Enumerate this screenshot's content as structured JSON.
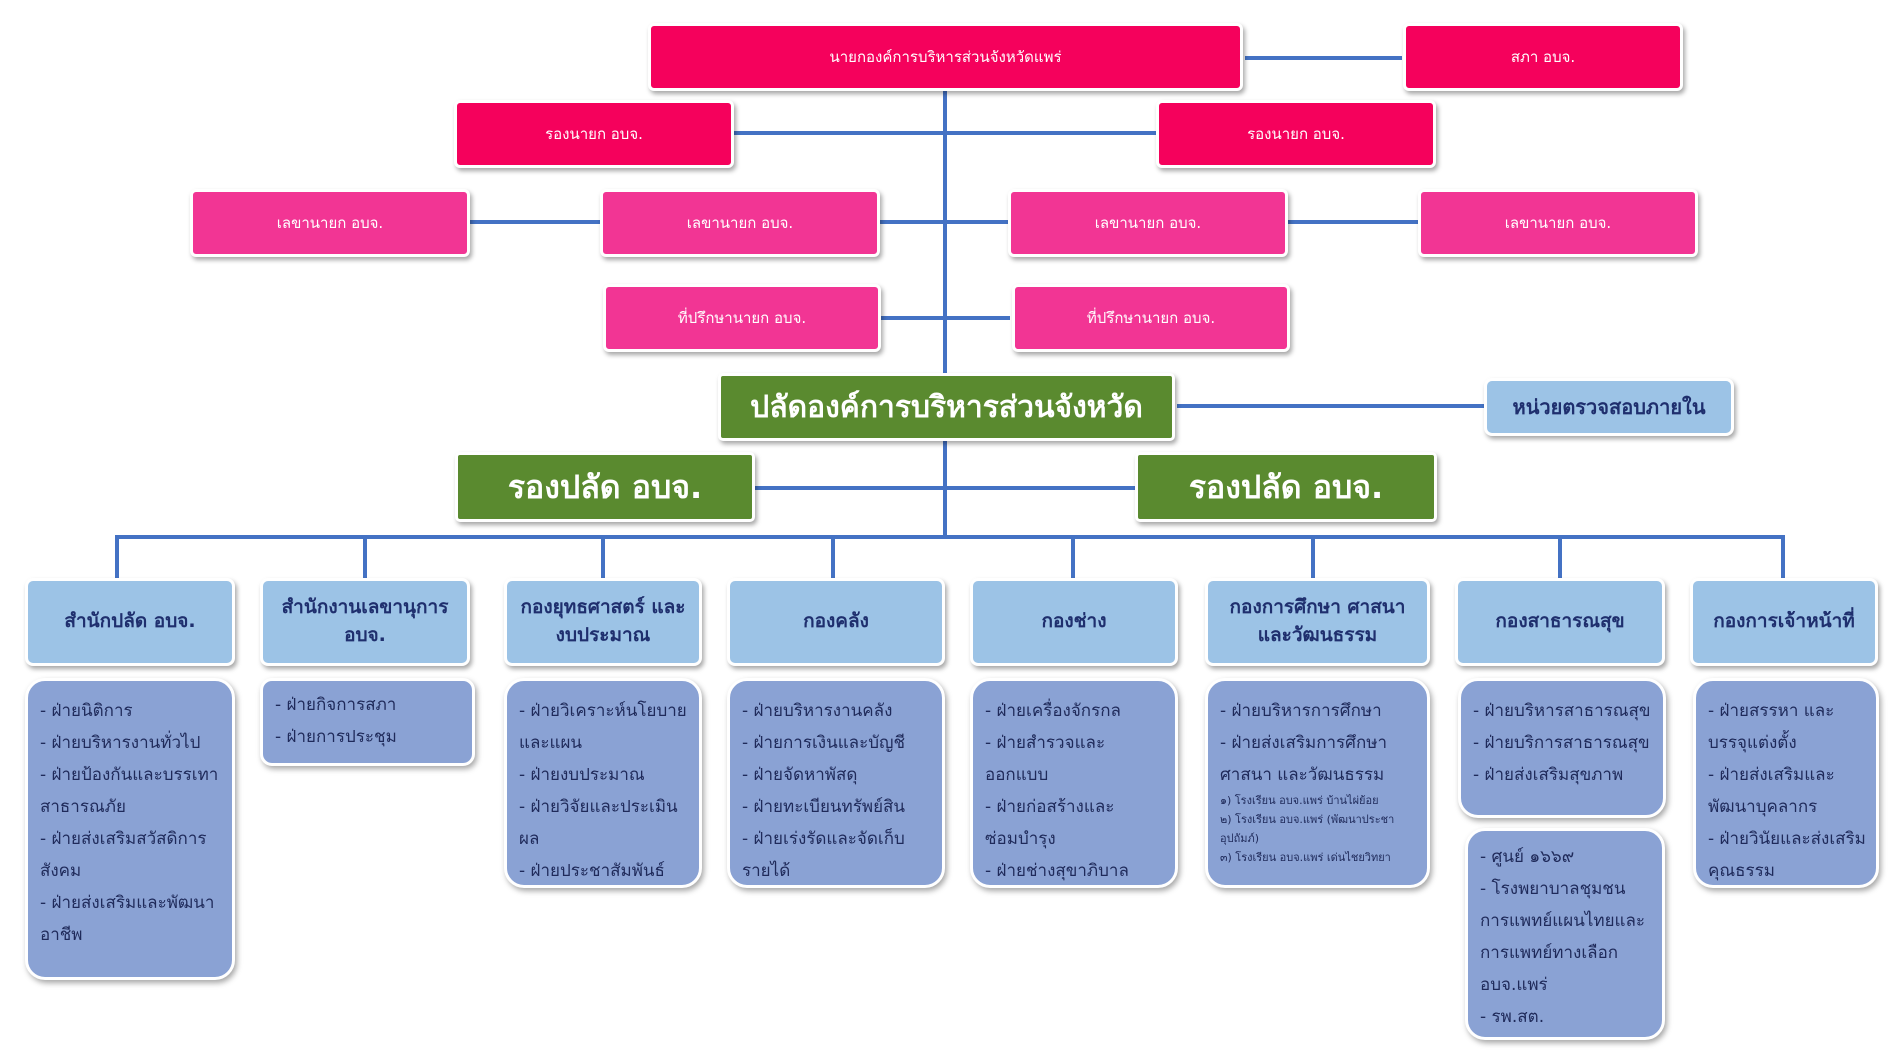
{
  "top": {
    "governor": "นายกองค์การบริหารส่วนจังหวัดแพร่",
    "council": "สภา อบจ.",
    "deputy_left": "รองนายก อบจ.",
    "deputy_right": "รองนายก อบจ.",
    "secretaries": [
      "เลขานายก อบจ.",
      "เลขานายก อบจ.",
      "เลขานายก อบจ.",
      "เลขานายก อบจ."
    ],
    "advisors": [
      "ที่ปรึกษานายก อบจ.",
      "ที่ปรึกษานายก อบจ."
    ]
  },
  "palad": {
    "title": "ปลัดองค์การบริหารส่วนจังหวัด",
    "audit": "หน่วยตรวจสอบภายใน",
    "deputy_left": "รองปลัด อบจ.",
    "deputy_right": "รองปลัด อบจ."
  },
  "departments": [
    {
      "title": "สำนักปลัด อบจ.",
      "items": [
        "- ฝ่ายนิติการ",
        "- ฝ่ายบริหารงานทั่วไป",
        "- ฝ่ายป้องกันและบรรเทา",
        "สาธารณภัย",
        "- ฝ่ายส่งเสริมสวัสดิการ",
        "สังคม",
        "- ฝ่ายส่งเสริมและพัฒนา",
        "อาชีพ"
      ]
    },
    {
      "title": "สำนักงานเลขานุการ อบจ.",
      "items": [
        "- ฝ่ายกิจการสภา",
        "- ฝ่ายการประชุม"
      ]
    },
    {
      "title": "กองยุทธศาสตร์ และงบประมาณ",
      "items": [
        "- ฝ่ายวิเคราะห์นโยบาย",
        "และแผน",
        "- ฝ่ายงบประมาณ",
        "- ฝ่ายวิจัยและประเมินผล",
        "- ฝ่ายประชาสัมพันธ์"
      ]
    },
    {
      "title": "กองคลัง",
      "items": [
        "- ฝ่ายบริหารงานคลัง",
        "- ฝ่ายการเงินและบัญชี",
        "- ฝ่ายจัดหาพัสดุ",
        "- ฝ่ายทะเบียนทรัพย์สิน",
        "- ฝ่ายเร่งรัดและจัดเก็บ",
        "รายได้"
      ]
    },
    {
      "title": "กองช่าง",
      "items": [
        "- ฝ่ายเครื่องจักรกล",
        "- ฝ่ายสำรวจและ",
        "ออกแบบ",
        "- ฝ่ายก่อสร้างและ",
        "ซ่อมบำรุง",
        "- ฝ่ายช่างสุขาภิบาล"
      ]
    },
    {
      "title": "กองการศึกษา ศาสนา และวัฒนธรรม",
      "items": [
        "- ฝ่ายบริหารการศึกษา",
        "- ฝ่ายส่งเสริมการศึกษา",
        "ศาสนา และวัฒนธรรม"
      ],
      "small": [
        "๑) โรงเรียน อบจ.แพร่ บ้านไผ่ย้อย",
        "๒) โรงเรียน อบจ.แพร่ (พัฒนาประชา",
        "อุปถัมภ์)",
        "๓) โรงเรียน อบจ.แพร่ เด่นไชยวิทยา"
      ]
    },
    {
      "title": "กองสาธารณสุข",
      "items": [
        "- ฝ่ายบริหารสาธารณสุข",
        "- ฝ่ายบริการสาธารณสุข",
        "- ฝ่ายส่งเสริมสุขภาพ"
      ],
      "extra": [
        "- ศูนย์ ๑๖๖๙",
        "- โรงพยาบาลชุมชน",
        "การแพทย์แผนไทยและ",
        "การแพทย์ทางเลือก",
        "อบจ.แพร่",
        "- รพ.สต."
      ]
    },
    {
      "title": "กองการเจ้าหน้าที่",
      "items": [
        "- ฝ่ายสรรหา และ",
        "บรรจุแต่งตั้ง",
        "- ฝ่ายส่งเสริมและ",
        "พัฒนาบุคลากร",
        "- ฝ่ายวินัยและส่งเสริม",
        "คุณธรรม"
      ]
    }
  ],
  "colors": {
    "line": "#4472c4",
    "red": "#f5015c",
    "pink": "#f23594",
    "green": "#5a8a2f",
    "light_blue": "#9cc3e6",
    "list_blue": "#8aa2d4"
  }
}
